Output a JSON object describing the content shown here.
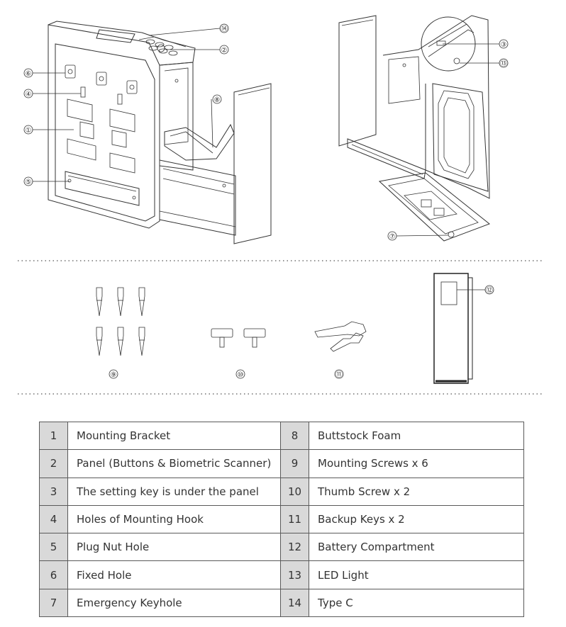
{
  "callouts": {
    "c1": "①",
    "c2": "②",
    "c3": "③",
    "c4": "④",
    "c5": "⑤",
    "c6": "⑥",
    "c7": "⑦",
    "c8": "⑧",
    "c9": "⑨",
    "c10": "⑩",
    "c11": "⑪",
    "c12": "⑫",
    "c13": "⑬",
    "c14": "⑭"
  },
  "parts": [
    {
      "left_num": "1",
      "left_label": "Mounting Bracket",
      "right_num": "8",
      "right_label": "Buttstock Foam"
    },
    {
      "left_num": "2",
      "left_label": "Panel (Buttons & Biometric Scanner)",
      "right_num": "9",
      "right_label": "Mounting Screws x 6"
    },
    {
      "left_num": "3",
      "left_label": "The setting key is under the panel",
      "right_num": "10",
      "right_label": "Thumb Screw x 2"
    },
    {
      "left_num": "4",
      "left_label": "Holes of Mounting Hook",
      "right_num": "11",
      "right_label": "Backup Keys x 2"
    },
    {
      "left_num": "5",
      "left_label": "Plug Nut Hole",
      "right_num": "12",
      "right_label": "Battery Compartment"
    },
    {
      "left_num": "6",
      "left_label": "Fixed Hole",
      "right_num": "13",
      "right_label": "LED Light"
    },
    {
      "left_num": "7",
      "left_label": "Emergency Keyhole",
      "right_num": "14",
      "right_label": "Type C"
    }
  ]
}
